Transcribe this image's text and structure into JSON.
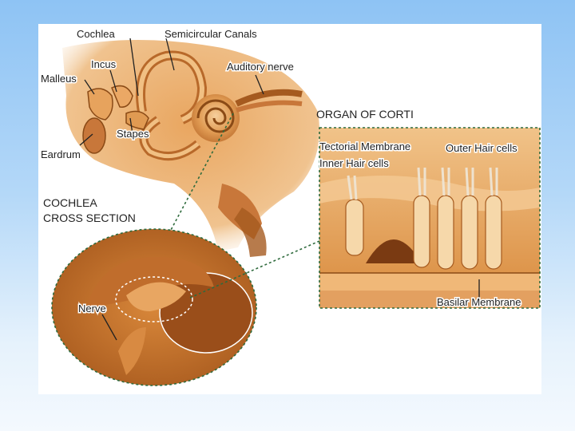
{
  "labels": {
    "cochlea": "Cochlea",
    "semicircular_canals": "Semicircular Canals",
    "incus": "Incus",
    "malleus": "Malleus",
    "auditory_nerve": "Auditory nerve",
    "stapes": "Stapes",
    "eardrum": "Eardrum",
    "organ_of_corti": "ORGAN OF CORTI",
    "tectorial_membrane": "Tectorial Membrane",
    "outer_hair_cells": "Outer Hair cells",
    "inner_hair_cells": "Inner Hair cells",
    "cochlea_cross_section_1": "COCHLEA",
    "cochlea_cross_section_2": "CROSS SECTION",
    "nerve": "Nerve",
    "basilar_membrane": "Basilar Membrane"
  },
  "colors": {
    "background_top": "#8ec3f4",
    "panel": "#ffffff",
    "bone": "#d98a3c",
    "bone_light": "#f3c690",
    "bone_dark": "#8a4a16",
    "dashed_green": "#2f6b3d"
  }
}
